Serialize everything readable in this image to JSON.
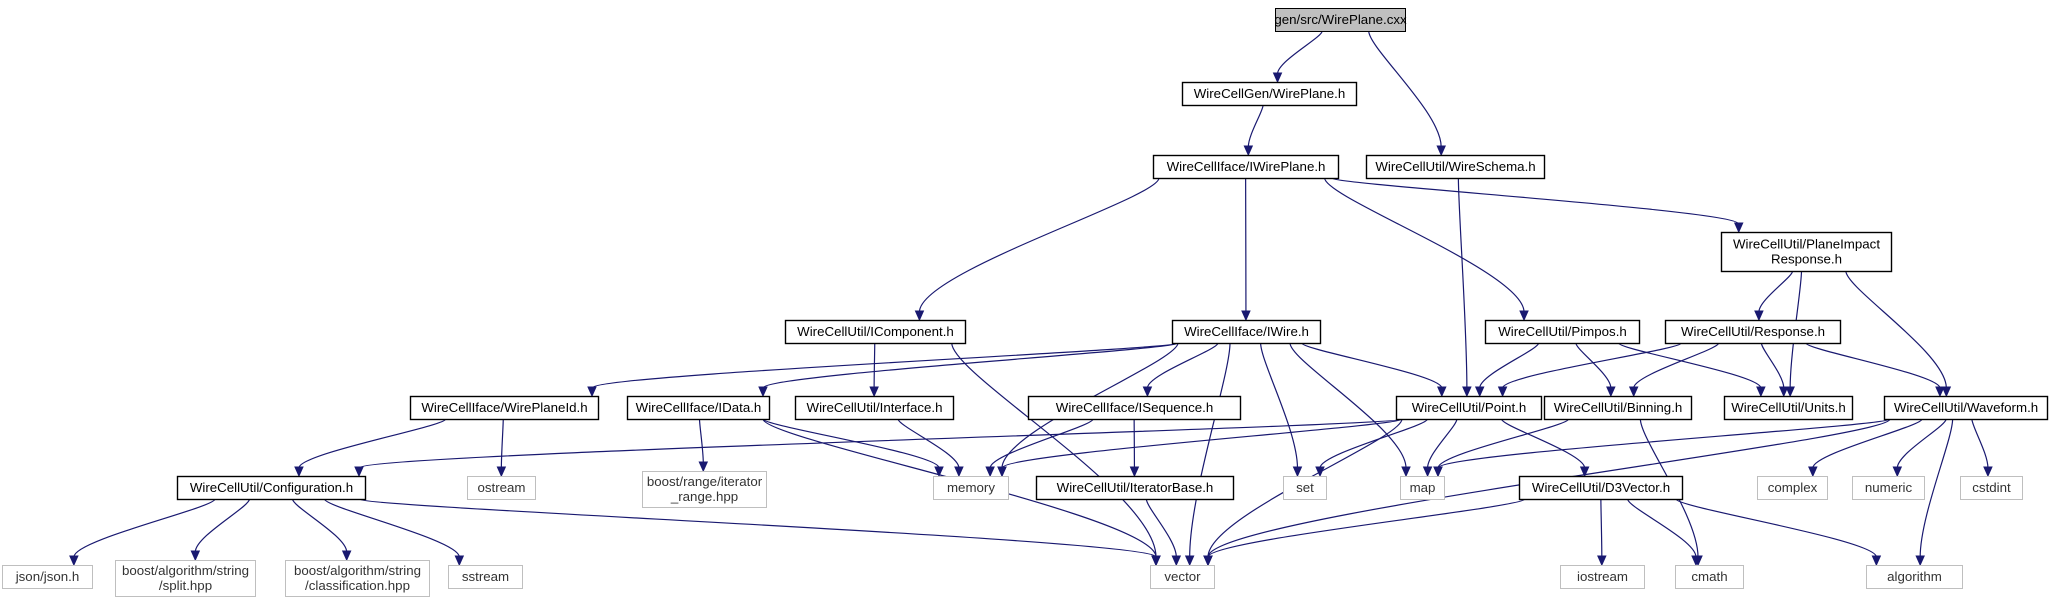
{
  "colors": {
    "edge": "#191970",
    "root_fill": "#bfbfbf",
    "sys_border": "#bfbfbf",
    "proj_border": "#000000"
  },
  "nodes": [
    {
      "id": "root",
      "lines": [
        "gen/src/WirePlane.cxx"
      ],
      "kind": "root"
    },
    {
      "id": "gen_wireplane",
      "lines": [
        "WireCellGen/WirePlane.h"
      ],
      "kind": "proj"
    },
    {
      "id": "iwireplane",
      "lines": [
        "WireCellIface/IWirePlane.h"
      ],
      "kind": "proj"
    },
    {
      "id": "wireschema",
      "lines": [
        "WireCellUtil/WireSchema.h"
      ],
      "kind": "proj"
    },
    {
      "id": "planeimpact",
      "lines": [
        "WireCellUtil/PlaneImpact",
        "Response.h"
      ],
      "kind": "proj"
    },
    {
      "id": "icomponent",
      "lines": [
        "WireCellUtil/IComponent.h"
      ],
      "kind": "proj"
    },
    {
      "id": "iwire",
      "lines": [
        "WireCellIface/IWire.h"
      ],
      "kind": "proj"
    },
    {
      "id": "pimpos",
      "lines": [
        "WireCellUtil/Pimpos.h"
      ],
      "kind": "proj"
    },
    {
      "id": "response",
      "lines": [
        "WireCellUtil/Response.h"
      ],
      "kind": "proj"
    },
    {
      "id": "wireplaneid",
      "lines": [
        "WireCellIface/WirePlaneId.h"
      ],
      "kind": "proj"
    },
    {
      "id": "idata",
      "lines": [
        "WireCellIface/IData.h"
      ],
      "kind": "proj"
    },
    {
      "id": "interface",
      "lines": [
        "WireCellUtil/Interface.h"
      ],
      "kind": "proj"
    },
    {
      "id": "isequence",
      "lines": [
        "WireCellIface/ISequence.h"
      ],
      "kind": "proj"
    },
    {
      "id": "point",
      "lines": [
        "WireCellUtil/Point.h"
      ],
      "kind": "proj"
    },
    {
      "id": "binning",
      "lines": [
        "WireCellUtil/Binning.h"
      ],
      "kind": "proj"
    },
    {
      "id": "units",
      "lines": [
        "WireCellUtil/Units.h"
      ],
      "kind": "proj"
    },
    {
      "id": "waveform",
      "lines": [
        "WireCellUtil/Waveform.h"
      ],
      "kind": "proj"
    },
    {
      "id": "configuration",
      "lines": [
        "WireCellUtil/Configuration.h"
      ],
      "kind": "proj"
    },
    {
      "id": "ostream",
      "lines": [
        "ostream"
      ],
      "kind": "sys"
    },
    {
      "id": "iterator_range",
      "lines": [
        "boost/range/iterator",
        "_range.hpp"
      ],
      "kind": "sys"
    },
    {
      "id": "memory",
      "lines": [
        "memory"
      ],
      "kind": "sys"
    },
    {
      "id": "iteratorbase",
      "lines": [
        "WireCellUtil/IteratorBase.h"
      ],
      "kind": "proj"
    },
    {
      "id": "set",
      "lines": [
        "set"
      ],
      "kind": "sys"
    },
    {
      "id": "map",
      "lines": [
        "map"
      ],
      "kind": "sys"
    },
    {
      "id": "d3vector",
      "lines": [
        "WireCellUtil/D3Vector.h"
      ],
      "kind": "proj"
    },
    {
      "id": "complex",
      "lines": [
        "complex"
      ],
      "kind": "sys"
    },
    {
      "id": "numeric",
      "lines": [
        "numeric"
      ],
      "kind": "sys"
    },
    {
      "id": "cstdint",
      "lines": [
        "cstdint"
      ],
      "kind": "sys"
    },
    {
      "id": "json",
      "lines": [
        "json/json.h"
      ],
      "kind": "sys"
    },
    {
      "id": "split",
      "lines": [
        "boost/algorithm/string",
        "/split.hpp"
      ],
      "kind": "sys"
    },
    {
      "id": "classification",
      "lines": [
        "boost/algorithm/string",
        "/classification.hpp"
      ],
      "kind": "sys"
    },
    {
      "id": "sstream",
      "lines": [
        "sstream"
      ],
      "kind": "sys"
    },
    {
      "id": "vector",
      "lines": [
        "vector"
      ],
      "kind": "sys"
    },
    {
      "id": "iostream",
      "lines": [
        "iostream"
      ],
      "kind": "sys"
    },
    {
      "id": "cmath",
      "lines": [
        "cmath"
      ],
      "kind": "sys"
    },
    {
      "id": "algorithm",
      "lines": [
        "algorithm"
      ],
      "kind": "sys"
    }
  ],
  "edges": [
    [
      "root",
      "gen_wireplane"
    ],
    [
      "root",
      "wireschema"
    ],
    [
      "gen_wireplane",
      "iwireplane"
    ],
    [
      "iwireplane",
      "icomponent"
    ],
    [
      "iwireplane",
      "iwire"
    ],
    [
      "iwireplane",
      "pimpos"
    ],
    [
      "iwireplane",
      "planeimpact"
    ],
    [
      "wireschema",
      "point"
    ],
    [
      "planeimpact",
      "response"
    ],
    [
      "planeimpact",
      "units"
    ],
    [
      "planeimpact",
      "waveform"
    ],
    [
      "icomponent",
      "interface"
    ],
    [
      "icomponent",
      "vector"
    ],
    [
      "iwire",
      "wireplaneid"
    ],
    [
      "iwire",
      "idata"
    ],
    [
      "iwire",
      "isequence"
    ],
    [
      "iwire",
      "point"
    ],
    [
      "iwire",
      "memory"
    ],
    [
      "iwire",
      "set"
    ],
    [
      "iwire",
      "map"
    ],
    [
      "iwire",
      "vector"
    ],
    [
      "pimpos",
      "point"
    ],
    [
      "pimpos",
      "binning"
    ],
    [
      "pimpos",
      "units"
    ],
    [
      "response",
      "point"
    ],
    [
      "response",
      "binning"
    ],
    [
      "response",
      "units"
    ],
    [
      "response",
      "waveform"
    ],
    [
      "wireplaneid",
      "configuration"
    ],
    [
      "wireplaneid",
      "ostream"
    ],
    [
      "idata",
      "iterator_range"
    ],
    [
      "idata",
      "memory"
    ],
    [
      "idata",
      "vector"
    ],
    [
      "interface",
      "memory"
    ],
    [
      "isequence",
      "memory"
    ],
    [
      "isequence",
      "iteratorbase"
    ],
    [
      "point",
      "configuration"
    ],
    [
      "point",
      "memory"
    ],
    [
      "point",
      "set"
    ],
    [
      "point",
      "map"
    ],
    [
      "point",
      "d3vector"
    ],
    [
      "point",
      "vector"
    ],
    [
      "binning",
      "map"
    ],
    [
      "binning",
      "cmath"
    ],
    [
      "waveform",
      "map"
    ],
    [
      "waveform",
      "vector"
    ],
    [
      "waveform",
      "complex"
    ],
    [
      "waveform",
      "numeric"
    ],
    [
      "waveform",
      "cstdint"
    ],
    [
      "waveform",
      "algorithm"
    ],
    [
      "configuration",
      "json"
    ],
    [
      "configuration",
      "split"
    ],
    [
      "configuration",
      "classification"
    ],
    [
      "configuration",
      "sstream"
    ],
    [
      "configuration",
      "vector"
    ],
    [
      "iteratorbase",
      "vector"
    ],
    [
      "d3vector",
      "vector"
    ],
    [
      "d3vector",
      "iostream"
    ],
    [
      "d3vector",
      "cmath"
    ],
    [
      "d3vector",
      "algorithm"
    ]
  ]
}
